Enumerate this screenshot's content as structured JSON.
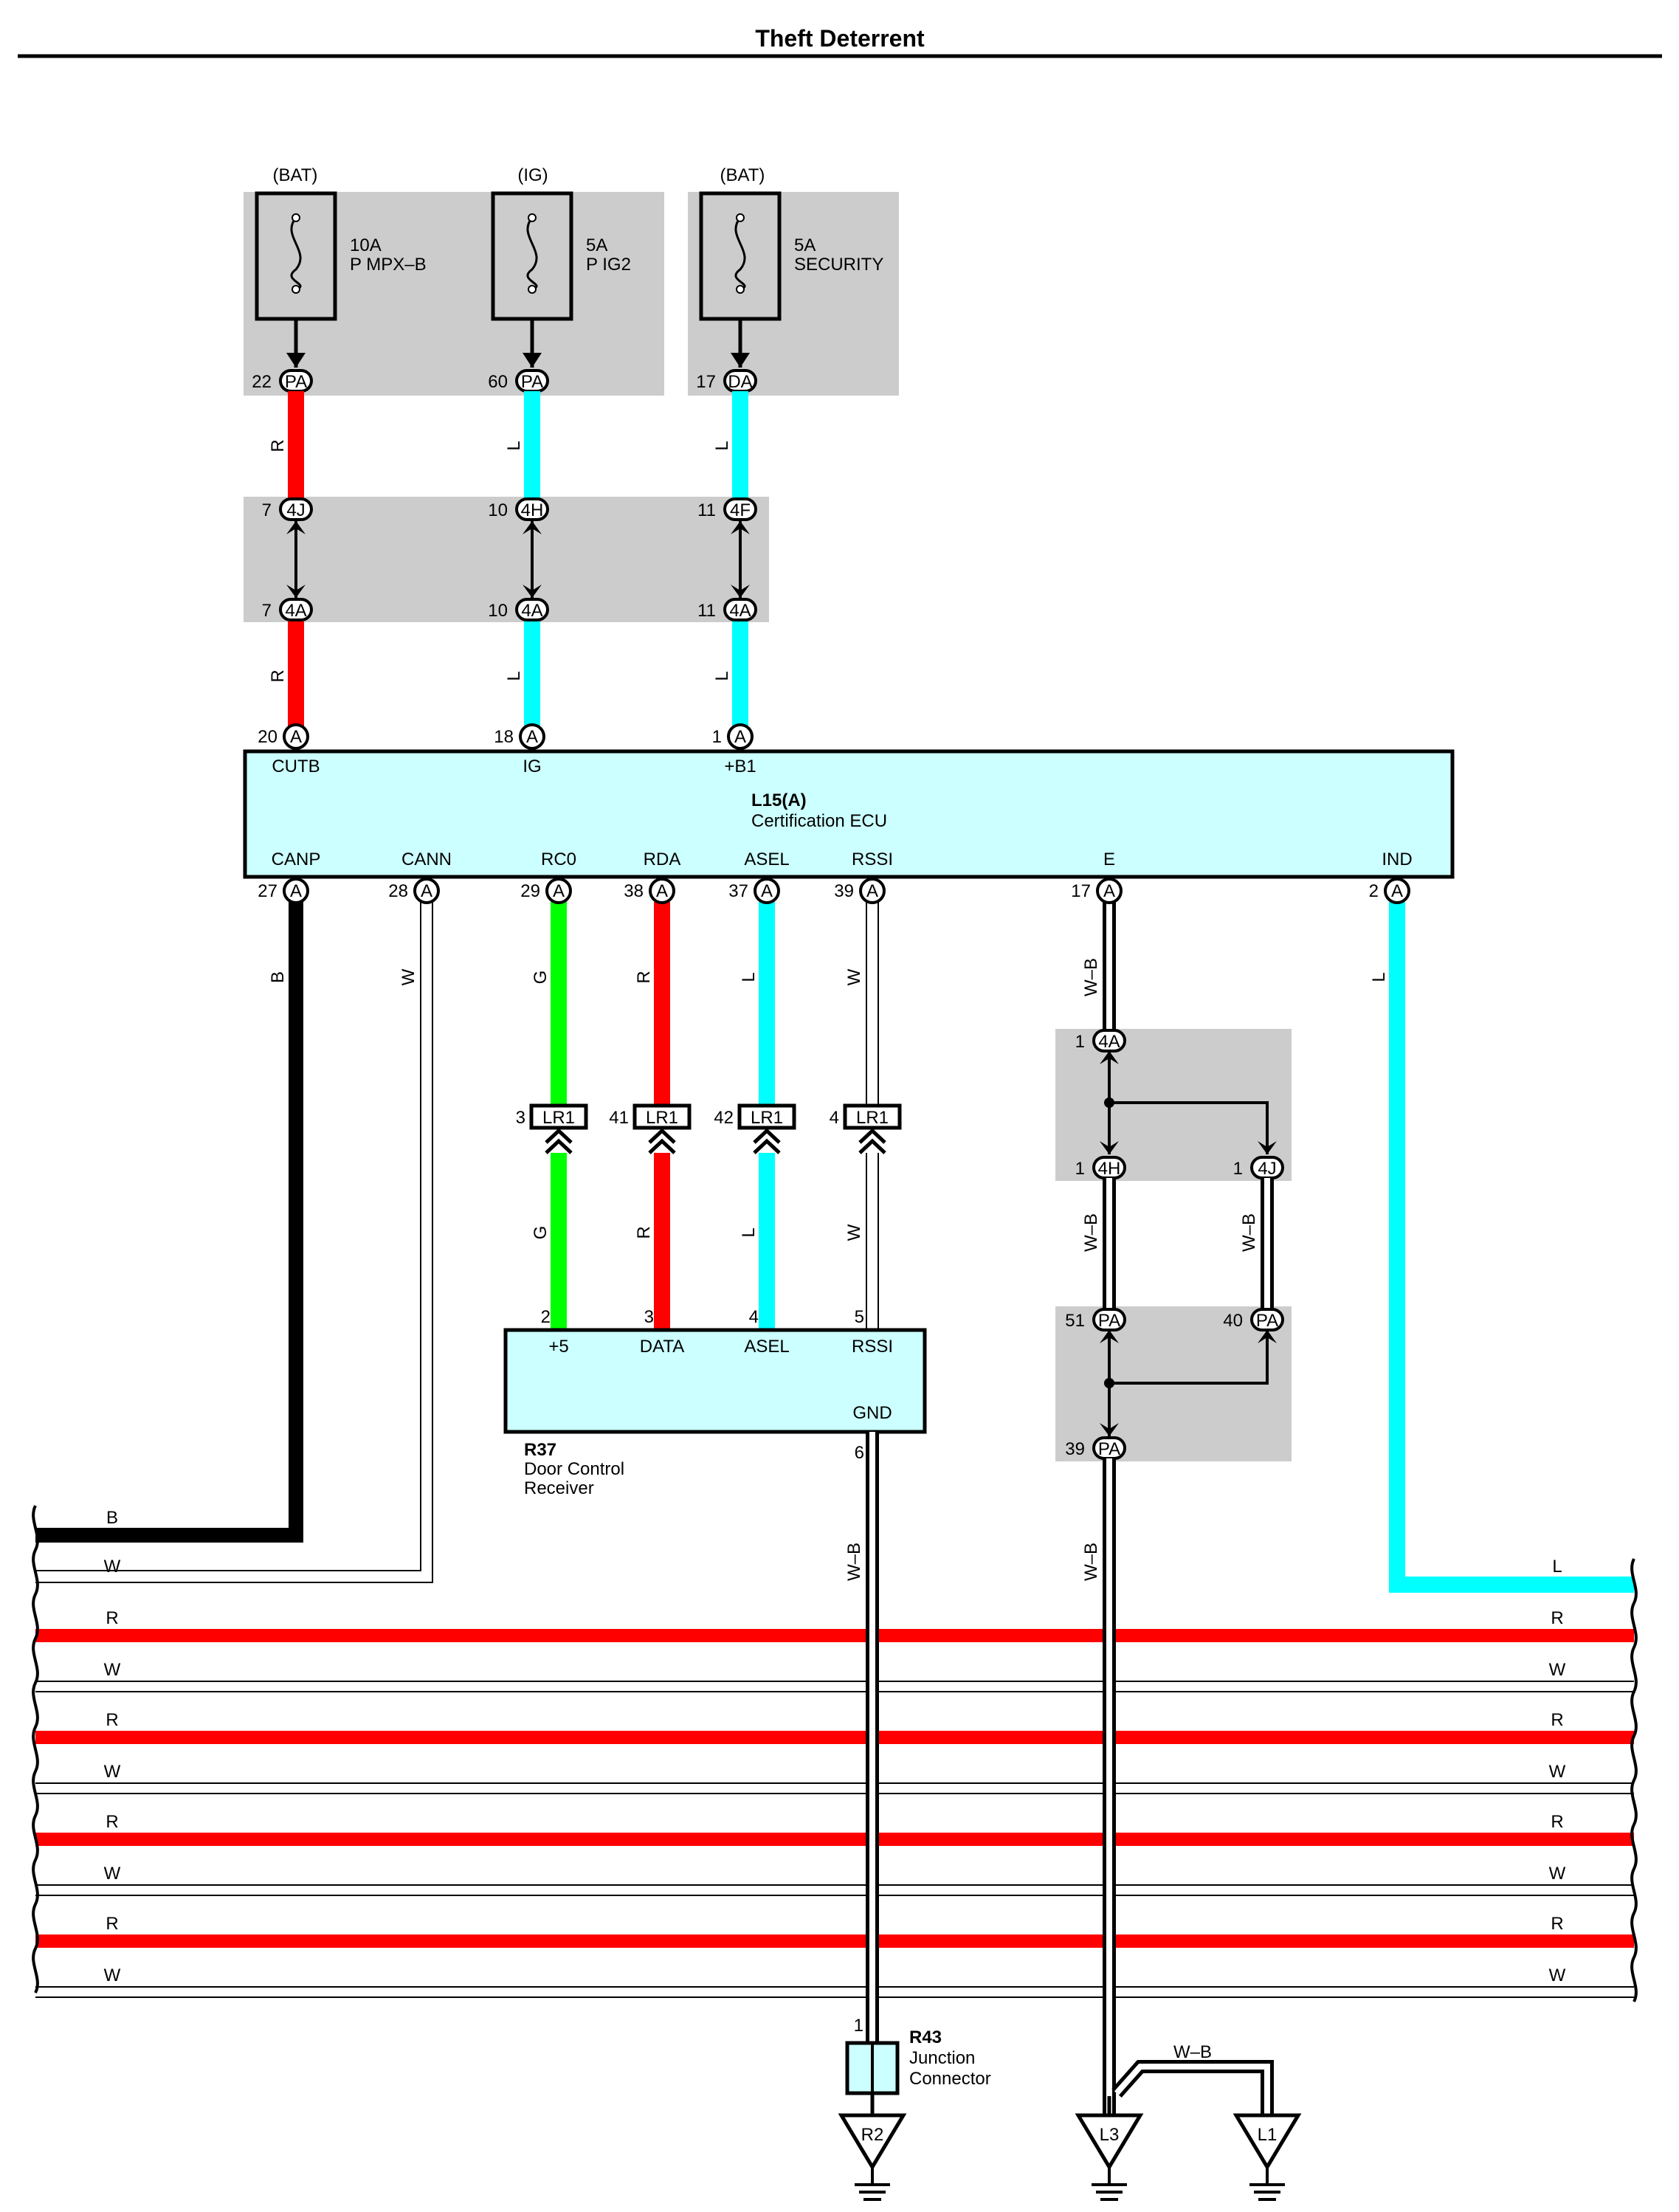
{
  "title": "Theft Deterrent",
  "colors": {
    "R": "#ff0000",
    "L": "#00ffff",
    "G": "#00ff00",
    "B": "#000000",
    "ecu_fill": "#ccffff",
    "shade": "#cccccc"
  },
  "fuses": [
    {
      "source": "(BAT)",
      "amps": "10A",
      "name": "P MPX–B",
      "pin": "22",
      "conn": "PA"
    },
    {
      "source": "(IG)",
      "amps": "5A",
      "name": "P IG2",
      "pin": "60",
      "conn": "PA"
    },
    {
      "source": "(BAT)",
      "amps": "5A",
      "name": "SECURITY",
      "pin": "17",
      "conn": "DA"
    }
  ],
  "junction_row": [
    {
      "pin_top": "7",
      "conn_top": "4J",
      "pin_bot": "7",
      "conn_bot": "4A"
    },
    {
      "pin_top": "10",
      "conn_top": "4H",
      "pin_bot": "10",
      "conn_bot": "4A"
    },
    {
      "pin_top": "11",
      "conn_top": "4F",
      "pin_bot": "11",
      "conn_bot": "4A"
    }
  ],
  "ecu": {
    "ref": "L15(A)",
    "name": "Certification ECU",
    "conn": "A",
    "top_pins": [
      {
        "num": "20",
        "label": "CUTB",
        "wire": "R"
      },
      {
        "num": "18",
        "label": "IG",
        "wire": "L"
      },
      {
        "num": "1",
        "label": "+B1",
        "wire": "L"
      }
    ],
    "bottom_pins": [
      {
        "num": "27",
        "label": "CANP",
        "wire": "B"
      },
      {
        "num": "28",
        "label": "CANN",
        "wire": "W"
      },
      {
        "num": "29",
        "label": "RC0",
        "wire": "G"
      },
      {
        "num": "38",
        "label": "RDA",
        "wire": "R"
      },
      {
        "num": "37",
        "label": "ASEL",
        "wire": "L"
      },
      {
        "num": "39",
        "label": "RSSI",
        "wire": "W"
      },
      {
        "num": "17",
        "label": "E",
        "wire": "W–B"
      },
      {
        "num": "2",
        "label": "IND",
        "wire": "L"
      }
    ]
  },
  "lr1": [
    {
      "pin": "3",
      "conn": "LR1",
      "wire": "G"
    },
    {
      "pin": "41",
      "conn": "LR1",
      "wire": "R"
    },
    {
      "pin": "42",
      "conn": "LR1",
      "wire": "L"
    },
    {
      "pin": "4",
      "conn": "LR1",
      "wire": "W"
    }
  ],
  "receiver": {
    "ref": "R37",
    "name_line1": "Door Control",
    "name_line2": "Receiver",
    "pins": [
      {
        "num": "2",
        "label": "+5"
      },
      {
        "num": "3",
        "label": "DATA"
      },
      {
        "num": "4",
        "label": "ASEL"
      },
      {
        "num": "5",
        "label": "RSSI"
      }
    ],
    "gnd_label": "GND",
    "gnd_pin": "6",
    "gnd_wire": "W–B"
  },
  "ground_branch": {
    "top": {
      "pin": "1",
      "conn": "4A"
    },
    "left": {
      "pin": "1",
      "conn": "4H",
      "wire": "W–B"
    },
    "right": {
      "pin": "1",
      "conn": "4J",
      "wire": "W–B"
    },
    "pa_left": {
      "pin": "51",
      "conn": "PA"
    },
    "pa_right": {
      "pin": "40",
      "conn": "PA"
    },
    "pa_bottom": {
      "pin": "39",
      "conn": "PA",
      "wire": "W–B"
    }
  },
  "junction_connector": {
    "ref": "R43",
    "line1": "Junction",
    "line2": "Connector",
    "pin": "1"
  },
  "grounds": [
    {
      "label": "R2"
    },
    {
      "label": "L3"
    },
    {
      "label": "L1",
      "wire": "W–B"
    }
  ],
  "bus": [
    {
      "left": "B",
      "right": ""
    },
    {
      "left": "W",
      "right": ""
    },
    {
      "left": "R",
      "right": "R"
    },
    {
      "left": "W",
      "right": "W"
    },
    {
      "left": "R",
      "right": "R"
    },
    {
      "left": "W",
      "right": "W"
    },
    {
      "left": "R",
      "right": "R"
    },
    {
      "left": "W",
      "right": "W"
    },
    {
      "left": "R",
      "right": "R"
    },
    {
      "left": "W",
      "right": "W"
    }
  ],
  "ind_right_label": "L"
}
